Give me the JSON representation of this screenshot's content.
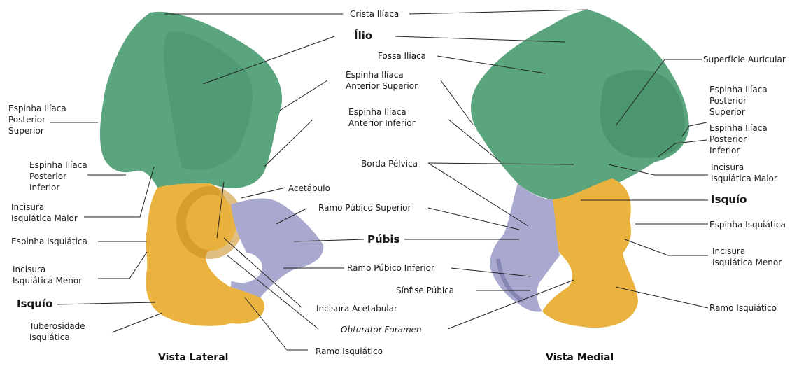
{
  "colors": {
    "ilium": "#5aa57e",
    "ilium_dark": "#3f8a63",
    "ischium": "#eab23e",
    "ischium_dark": "#c88a1e",
    "pubis": "#a9a9cf",
    "pubis_dark": "#8686b4",
    "leader": "#222222"
  },
  "captions": {
    "lateral": "Vista Lateral",
    "medial": "Vista Medial"
  },
  "labels": {
    "crista_iliaca": "Crista Ilíaca",
    "ilio": "Ílio",
    "fossa_iliaca": "Fossa Ilíaca",
    "esp_ant_sup": [
      "Espinha Ilíaca",
      "Anterior Superior"
    ],
    "esp_ant_inf": [
      "Espinha Ilíaca",
      "Anterior Inferior"
    ],
    "borda_pelvica": "Borda Pélvica",
    "acetabulo": "Acetábulo",
    "ramo_pub_sup": "Ramo Púbico Superior",
    "pubis": "Púbis",
    "ramo_pub_inf": "Ramo Púbico Inferior",
    "sinfise": "Sínfise Púbica",
    "incisura_acet": "Incisura Acetabular",
    "obturator": "Obturator Foramen",
    "ramo_isq_center": "Ramo Isquiático",
    "left_esp_post_sup": [
      "Espinha Ilíaca",
      "Posterior",
      "Superior"
    ],
    "left_esp_post_inf": [
      "Espinha Ilíaca",
      "Posterior",
      "Inferior"
    ],
    "left_inc_isq_maior": [
      "Incisura",
      "Isquiática Maior"
    ],
    "left_esp_isq": "Espinha Isquiática",
    "left_inc_isq_menor": [
      "Incisura",
      "Isquiática Menor"
    ],
    "left_isquio": "Isquío",
    "left_tuberosidade": [
      "Tuberosidade",
      "Isquiática"
    ],
    "right_sup_auricular": "Superfície Auricular",
    "right_esp_post_sup": [
      "Espinha Ilíaca",
      "Posterior",
      "Superior"
    ],
    "right_esp_post_inf": [
      "Espinha Ilíaca",
      "Posterior",
      "Inferior"
    ],
    "right_inc_isq_maior": [
      "Incisura",
      "Isquiática Maior"
    ],
    "right_isquio": "Isquío",
    "right_esp_isq": "Espinha Isquiática",
    "right_inc_isq_menor": [
      "Incisura",
      "Isquiática Menor"
    ],
    "right_ramo_isq": "Ramo Isquiático"
  }
}
